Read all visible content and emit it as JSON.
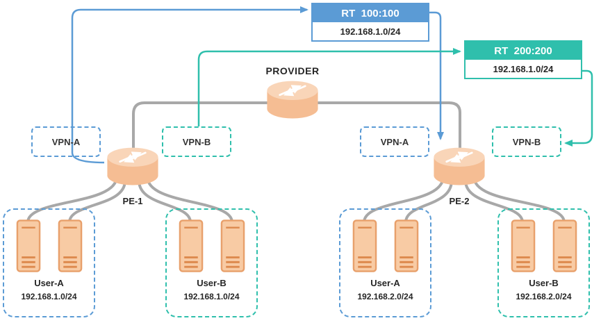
{
  "colors": {
    "blue": "#5B9BD5",
    "teal": "#2FBFAC",
    "gray": "#A8A8A8",
    "router_fill": "#F5BD93",
    "server_fill": "#F8CBA4"
  },
  "rt100": {
    "title": "RT  100:100",
    "subnet": "192.168.1.0/24"
  },
  "rt200": {
    "title": "RT  200:200",
    "subnet": "192.168.1.0/24"
  },
  "provider": {
    "label": "PROVIDER"
  },
  "pe1": {
    "label": "PE-1"
  },
  "pe2": {
    "label": "PE-2"
  },
  "vpn": {
    "left_a": {
      "label": "VPN-A"
    },
    "left_b": {
      "label": "VPN-B"
    },
    "right_a": {
      "label": "VPN-A"
    },
    "right_b": {
      "label": "VPN-B"
    }
  },
  "groups": {
    "left_a": {
      "label": "User-A",
      "subnet": "192.168.1.0/24"
    },
    "left_b": {
      "label": "User-B",
      "subnet": "192.168.1.0/24"
    },
    "right_a": {
      "label": "User-A",
      "subnet": "192.168.2.0/24"
    },
    "right_b": {
      "label": "User-B",
      "subnet": "192.168.2.0/24"
    }
  }
}
